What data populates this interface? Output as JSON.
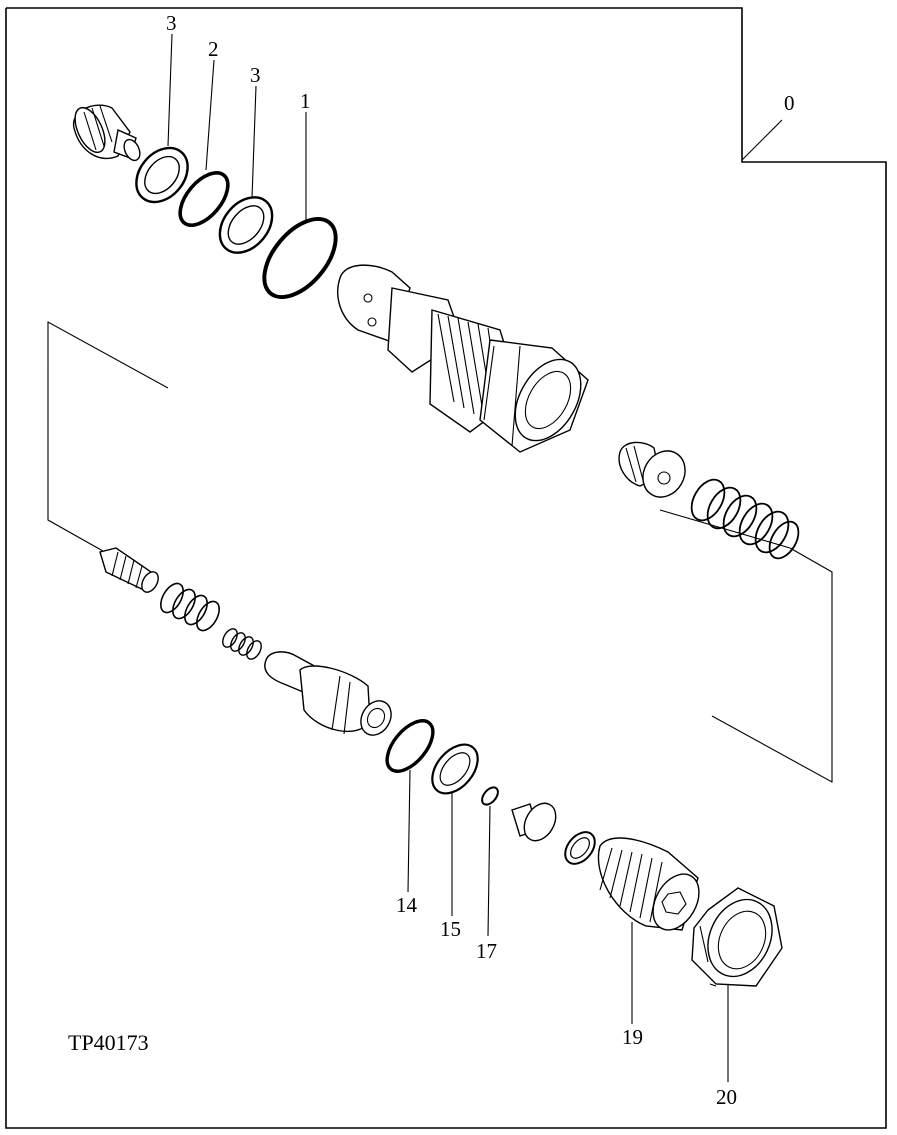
{
  "diagram": {
    "reference_code": "TP40173",
    "callouts": [
      {
        "id": "c0",
        "text": "0"
      },
      {
        "id": "c1",
        "text": "1"
      },
      {
        "id": "c2",
        "text": "2"
      },
      {
        "id": "c3a",
        "text": "3"
      },
      {
        "id": "c3b",
        "text": "3"
      },
      {
        "id": "c14",
        "text": "14"
      },
      {
        "id": "c15",
        "text": "15"
      },
      {
        "id": "c17",
        "text": "17"
      },
      {
        "id": "c19",
        "text": "19"
      },
      {
        "id": "c20",
        "text": "20"
      }
    ]
  }
}
